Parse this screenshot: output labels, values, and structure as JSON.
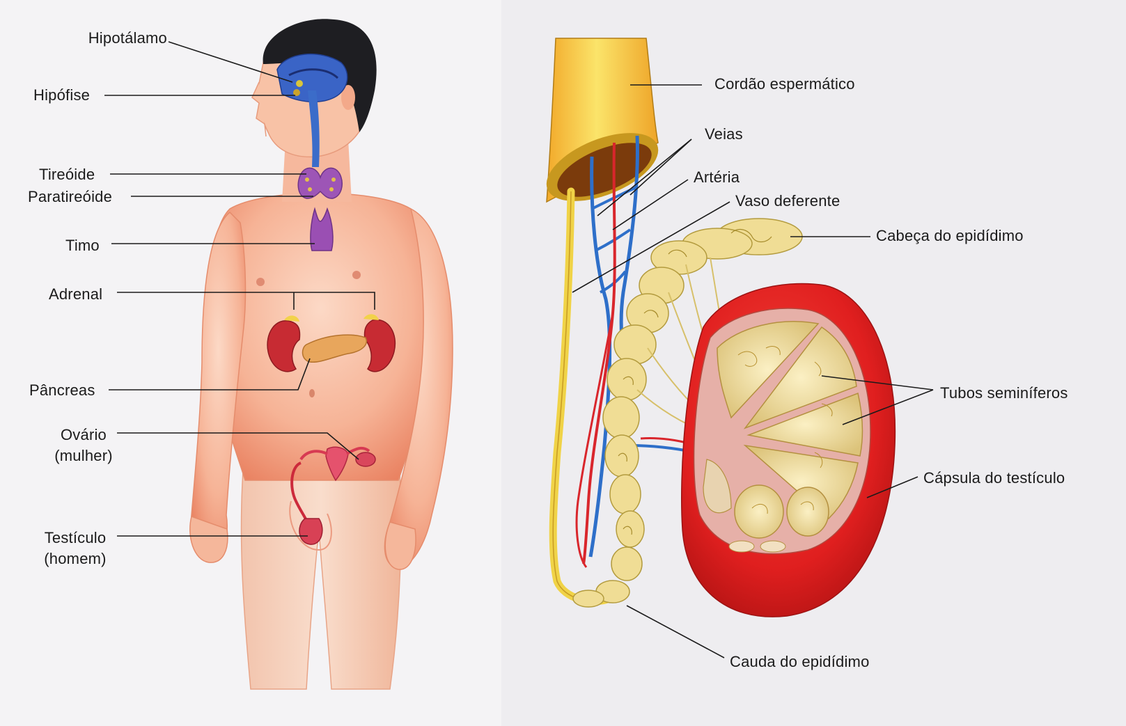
{
  "left_panel": {
    "labels": {
      "hipotalamo": "Hipotálamo",
      "hipofise": "Hipófise",
      "tireoide": "Tireóide",
      "paratireoide": "Paratireóide",
      "timo": "Timo",
      "adrenal": "Adrenal",
      "pancreas": "Pâncreas",
      "ovario": "Ovário",
      "ovario_note": "(mulher)",
      "testiculo": "Testículo",
      "testiculo_note": "(homem)"
    }
  },
  "right_panel": {
    "labels": {
      "cordao": "Cordão espermático",
      "veias": "Veias",
      "arteria": "Artéria",
      "vaso": "Vaso deferente",
      "cabeca": "Cabeça do epidídimo",
      "tubos": "Tubos seminíferos",
      "capsula": "Cápsula do testículo",
      "cauda": "Cauda do epidídimo"
    }
  },
  "colors": {
    "skin": "#f5b59a",
    "skin_shadow": "#e98a6c",
    "hair": "#1e1e22",
    "brain": "#2d5fc4",
    "gland_purple": "#9a4fb3",
    "kidney": "#c8303a",
    "pancreas": "#e7a25c",
    "cord_yellow": "#f6d33a",
    "vein_blue": "#2e6fc9",
    "artery_red": "#d9262c",
    "epididymis": "#f1e2a0",
    "capsule_red": "#e01f1f"
  }
}
